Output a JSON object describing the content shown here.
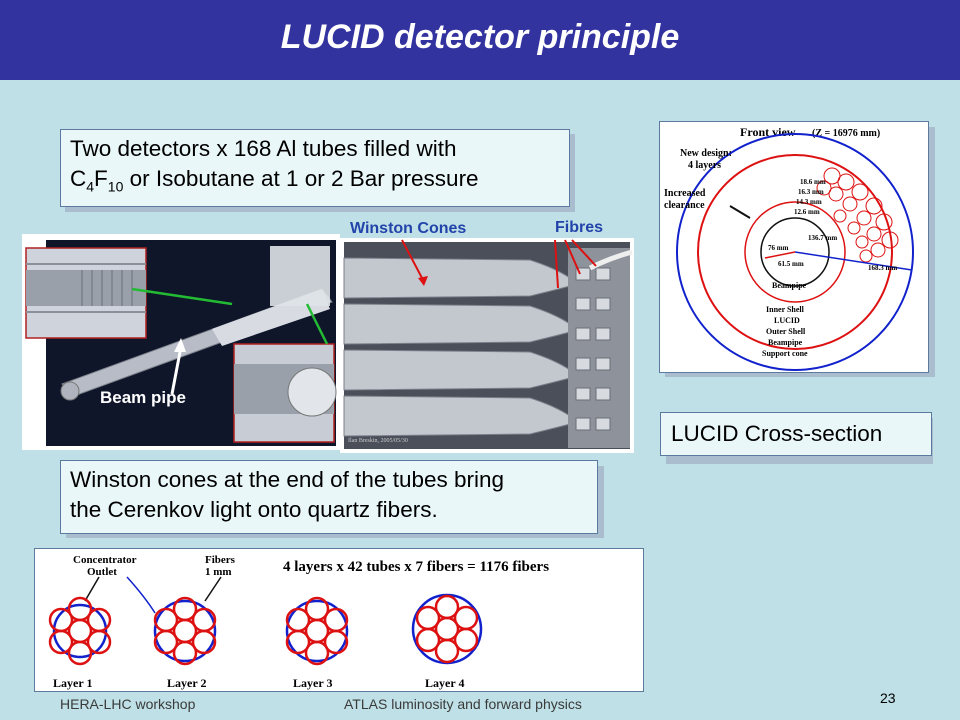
{
  "title": "LUCID detector principle",
  "box1": {
    "text_pre": "Two  detectors x 168 Al tubes filled with",
    "c": "C",
    "sub4": "4",
    "f": "F",
    "sub10": "10",
    "text_post": " or Isobutane at 1 or 2 Bar pressure"
  },
  "box2": {
    "line1": "Winston cones at the end of the tubes bring",
    "line2": "the Cerenkov light onto quartz fibers."
  },
  "cross_section_label": "LUCID Cross-section",
  "labels": {
    "beam_pipe": "Beam pipe",
    "winston_cones": "Winston Cones",
    "fibres": "Fibres"
  },
  "front_view": {
    "title": "Front view",
    "z": "(Z = 16976 mm)",
    "new_design": "New design:",
    "layers": "4 layers",
    "clearance1": "Increased",
    "clearance2": "clearance",
    "dims": [
      "18.6 mm",
      "16.3 mm",
      "14.3 mm",
      "12.6 mm"
    ],
    "r1": "136.7 mm",
    "r2": "76 mm",
    "r3": "61.5 mm",
    "r4": "168.3 mm",
    "beampipe": "Beampipe",
    "legend": [
      "Inner Shell",
      "LUCID",
      "Outer Shell",
      "Beampipe",
      "Support cone"
    ]
  },
  "bottom_panel": {
    "concentrator1": "Concentrator",
    "concentrator2": "Outlet",
    "fibers1": "Fibers",
    "fibers2": "1 mm",
    "formula": "4 layers x 42 tubes x 7 fibers = 1176 fibers",
    "layers": [
      "Layer 1",
      "Layer 2",
      "Layer 3",
      "Layer 4"
    ]
  },
  "sim_caption": "Ilan Breskin, 2005/05/30",
  "footer": {
    "left": "HERA-LHC workshop",
    "center": "ATLAS luminosity and forward physics",
    "page": "23"
  },
  "colors": {
    "title_bg": "#3333a0",
    "slide_bg": "#bfe0e6",
    "label_blue": "#2244aa",
    "ring_red": "#dd1111",
    "ring_blue": "#1122cc"
  }
}
